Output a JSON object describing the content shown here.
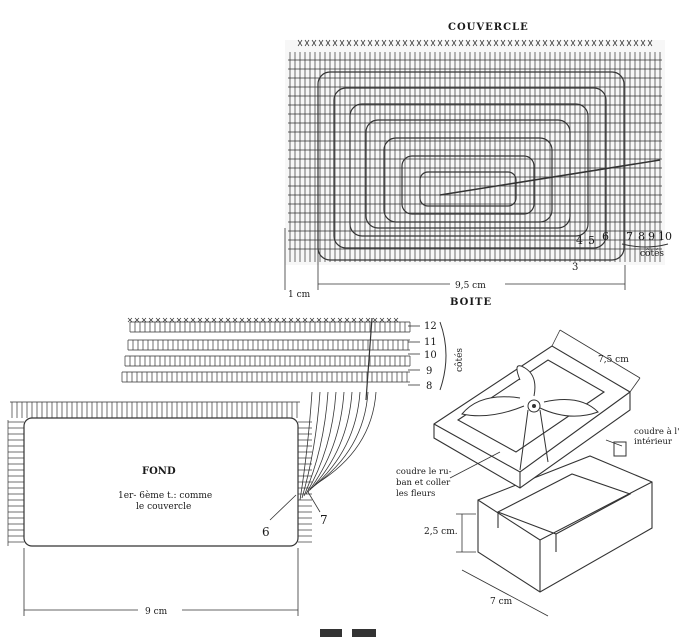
{
  "lid": {
    "title": "COUVERCLE",
    "row_numbers": [
      "3",
      "4",
      "5",
      "6",
      "7",
      "8",
      "9",
      "10"
    ],
    "sides_label": "côtés",
    "width_label": "9,5 cm",
    "margin_label": "1 cm"
  },
  "box": {
    "title": "BOITE",
    "row_numbers": [
      "12",
      "11",
      "10",
      "9",
      "8"
    ],
    "sides_label": "côtés"
  },
  "base": {
    "title": "FOND",
    "note_line1": "1er- 6ème t.: comme",
    "note_line2": "le couvercle",
    "left_mark": "6",
    "right_mark": "7",
    "width_label": "9 cm"
  },
  "assembly": {
    "top_width_label": "7,5 cm",
    "inside_line1": "coudre à l'",
    "inside_line2": "intérieur",
    "ribbon_line1": "coudre le ru-",
    "ribbon_line2": "ban et coller",
    "ribbon_line3": "les fleurs",
    "height_label": "2,5 cm.",
    "depth_label": "7 cm"
  },
  "colors": {
    "ink": "#333333",
    "paper": "#ffffff"
  }
}
